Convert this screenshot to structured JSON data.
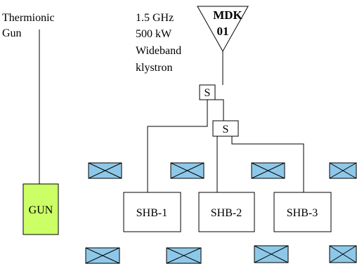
{
  "gun_caption": [
    "Thermionic",
    "Gun"
  ],
  "klystron_caption": [
    "1.5 GHz",
    "500 kW",
    "Wideband",
    "klystron"
  ],
  "klystron_id": [
    "MDK",
    "01"
  ],
  "splitter_label": "S",
  "gun_box_label": "GUN",
  "subharmonic_bunchers": [
    "SHB-1",
    "SHB-2",
    "SHB-3"
  ],
  "colors": {
    "gun_fill": "#ccff66",
    "quadrupole_fill": "#8ec8e8",
    "line": "#000000"
  },
  "icons": [
    "triangle-klystron-symbol",
    "quadrupole-x-box"
  ]
}
